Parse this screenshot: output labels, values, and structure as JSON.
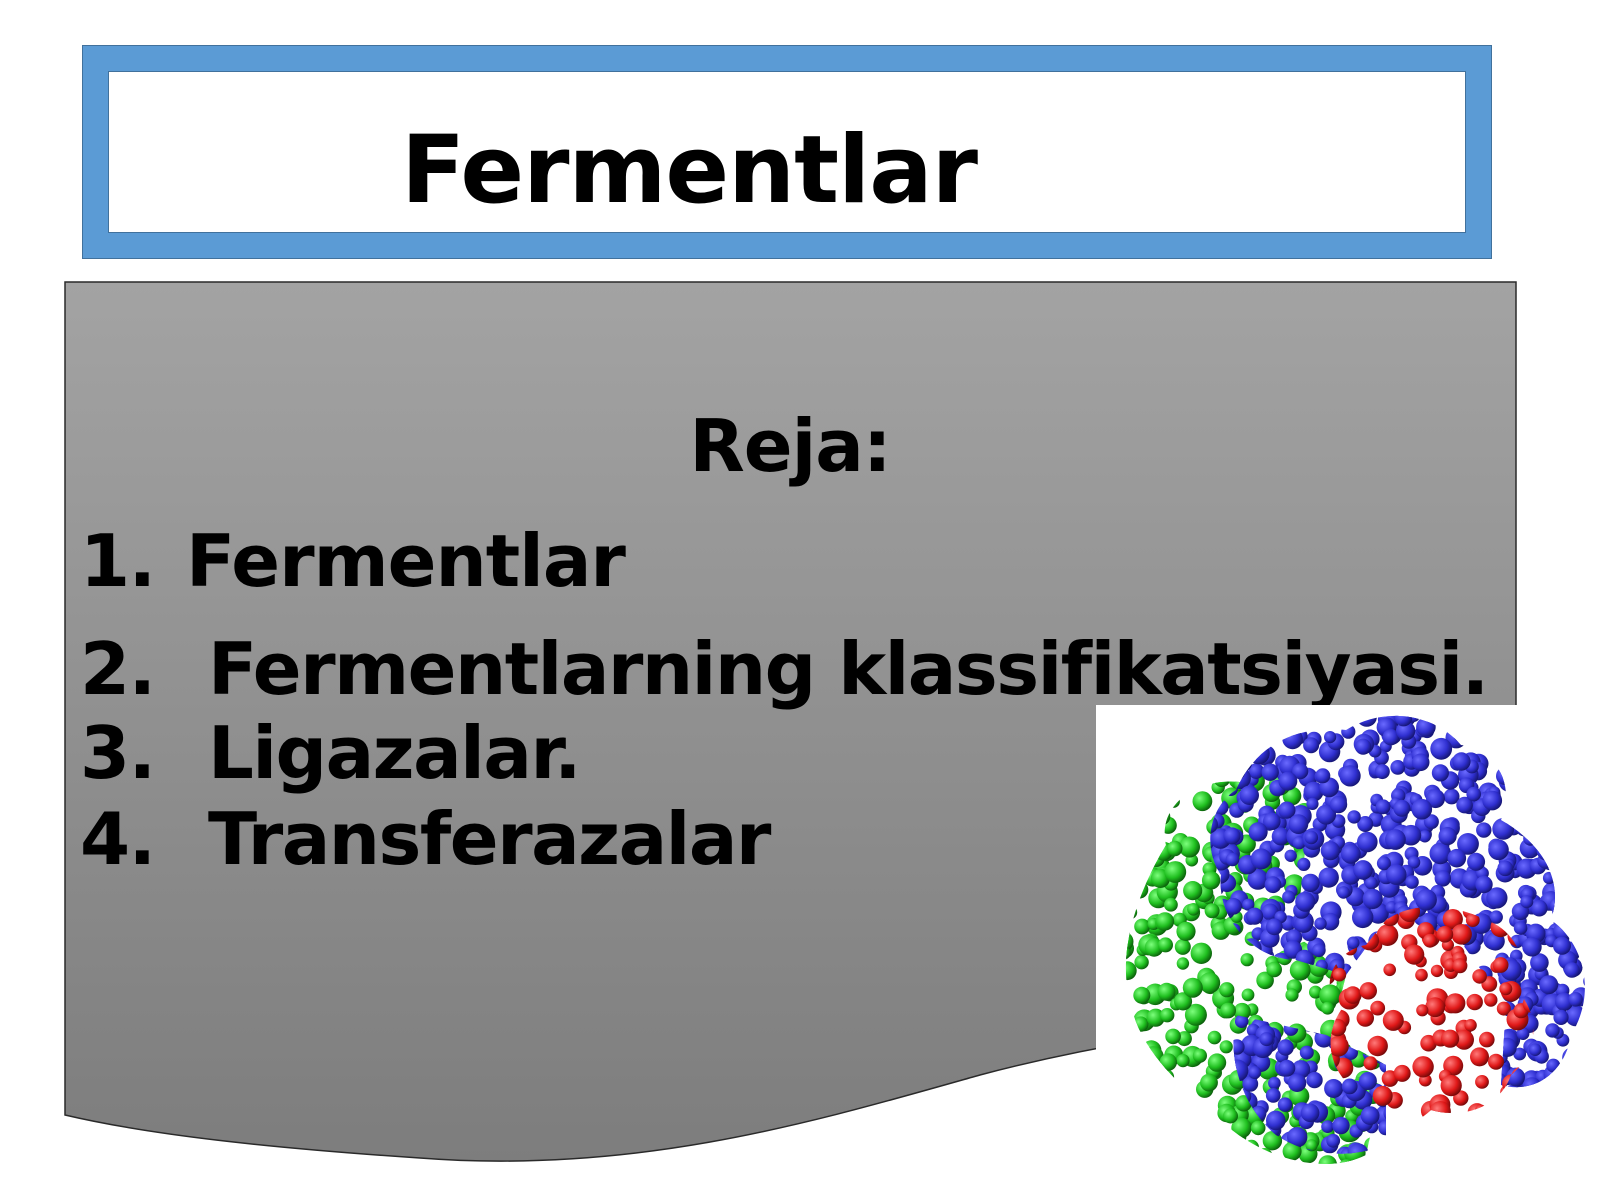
{
  "slide": {
    "title": "Fermentlar",
    "plan_heading": "Reja:",
    "items": [
      {
        "number": "1.",
        "label": "Fermentlar"
      },
      {
        "number": "2.",
        "label": "Fermentlarning klassifikatsiyasi."
      },
      {
        "number": "3.",
        "label": "Ligazalar."
      },
      {
        "number": "4.",
        "label": "Transferazalar"
      }
    ]
  },
  "colors": {
    "frame": "#5b9bd5",
    "panel_top": "#a3a3a3",
    "panel_bottom": "#7d7d7d",
    "protein_blue": "#2f2fd0",
    "protein_green": "#1fbf1f",
    "protein_red": "#e01818"
  },
  "image": {
    "name": "enzyme-protein-structure"
  }
}
